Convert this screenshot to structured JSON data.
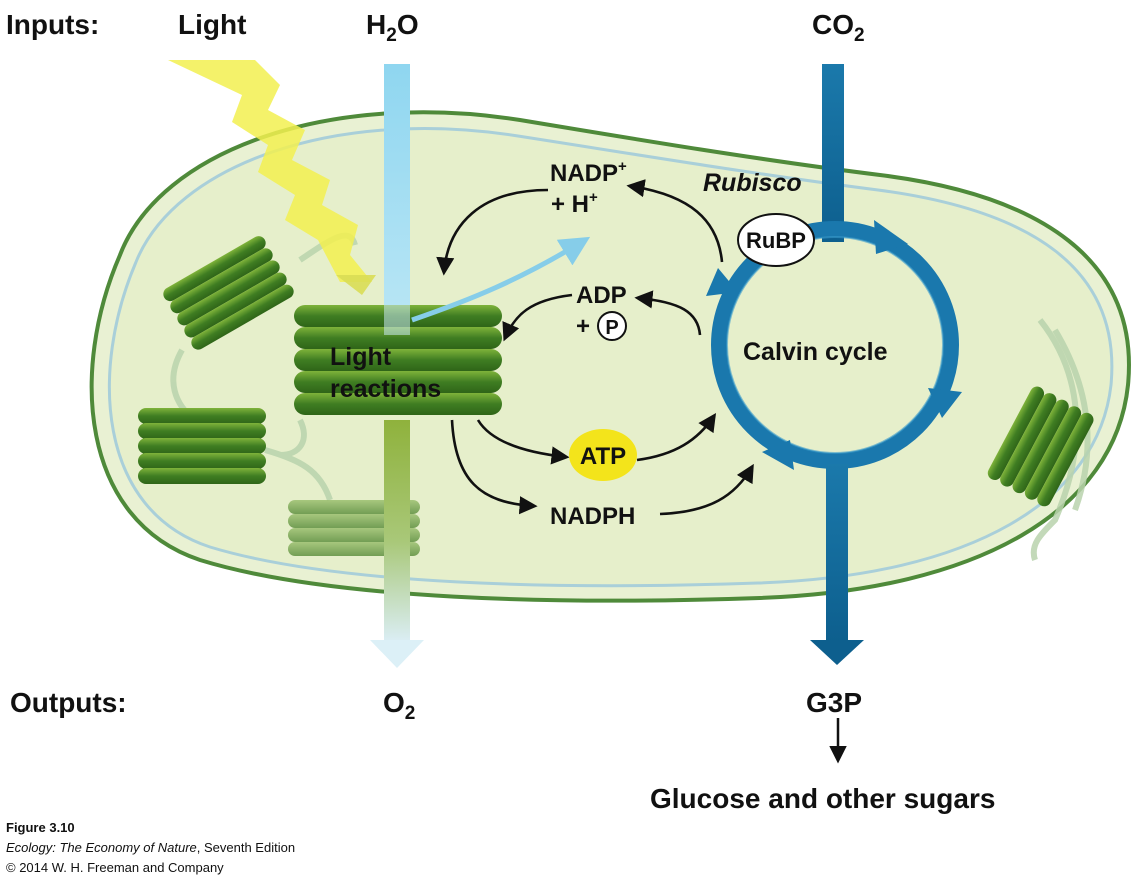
{
  "inputs": {
    "heading": "Inputs:",
    "light": "Light",
    "water": {
      "base": "H",
      "sub": "2",
      "tail": "O"
    },
    "co2": {
      "base": "CO",
      "sub": "2"
    }
  },
  "outputs": {
    "heading": "Outputs:",
    "oxygen": {
      "base": "O",
      "sub": "2"
    },
    "g3p": "G3P",
    "sugars": "Glucose and other sugars"
  },
  "labels": {
    "light_reactions_1": "Light",
    "light_reactions_2": "reactions",
    "calvin_cycle": "Calvin cycle",
    "rubisco": "Rubisco",
    "rubp": "RuBP",
    "nadp_base": "NADP",
    "nadp_sup": "+",
    "h_base": "+ H",
    "h_sup": "+",
    "adp": "ADP",
    "plus": "+",
    "phosphate": "P",
    "atp": "ATP",
    "nadph": "NADPH"
  },
  "caption": {
    "figure": "Figure 3.10",
    "book_italic": "Ecology: The Economy of Nature",
    "book_rest": ", Seventh Edition",
    "copyright": "© 2014 W. H. Freeman and Company"
  },
  "colors": {
    "light_beam": "#f2f050",
    "water_arrow": "#9fdcf2",
    "co2_arrow": "#0f6494",
    "calvin_ring": "#1a78ad",
    "chloroplast_fill": "#e7f0cf",
    "chloroplast_outline": "#4f8a3a",
    "thylakoid": "#4a8a28",
    "atp_fill": "#f3e41b"
  }
}
